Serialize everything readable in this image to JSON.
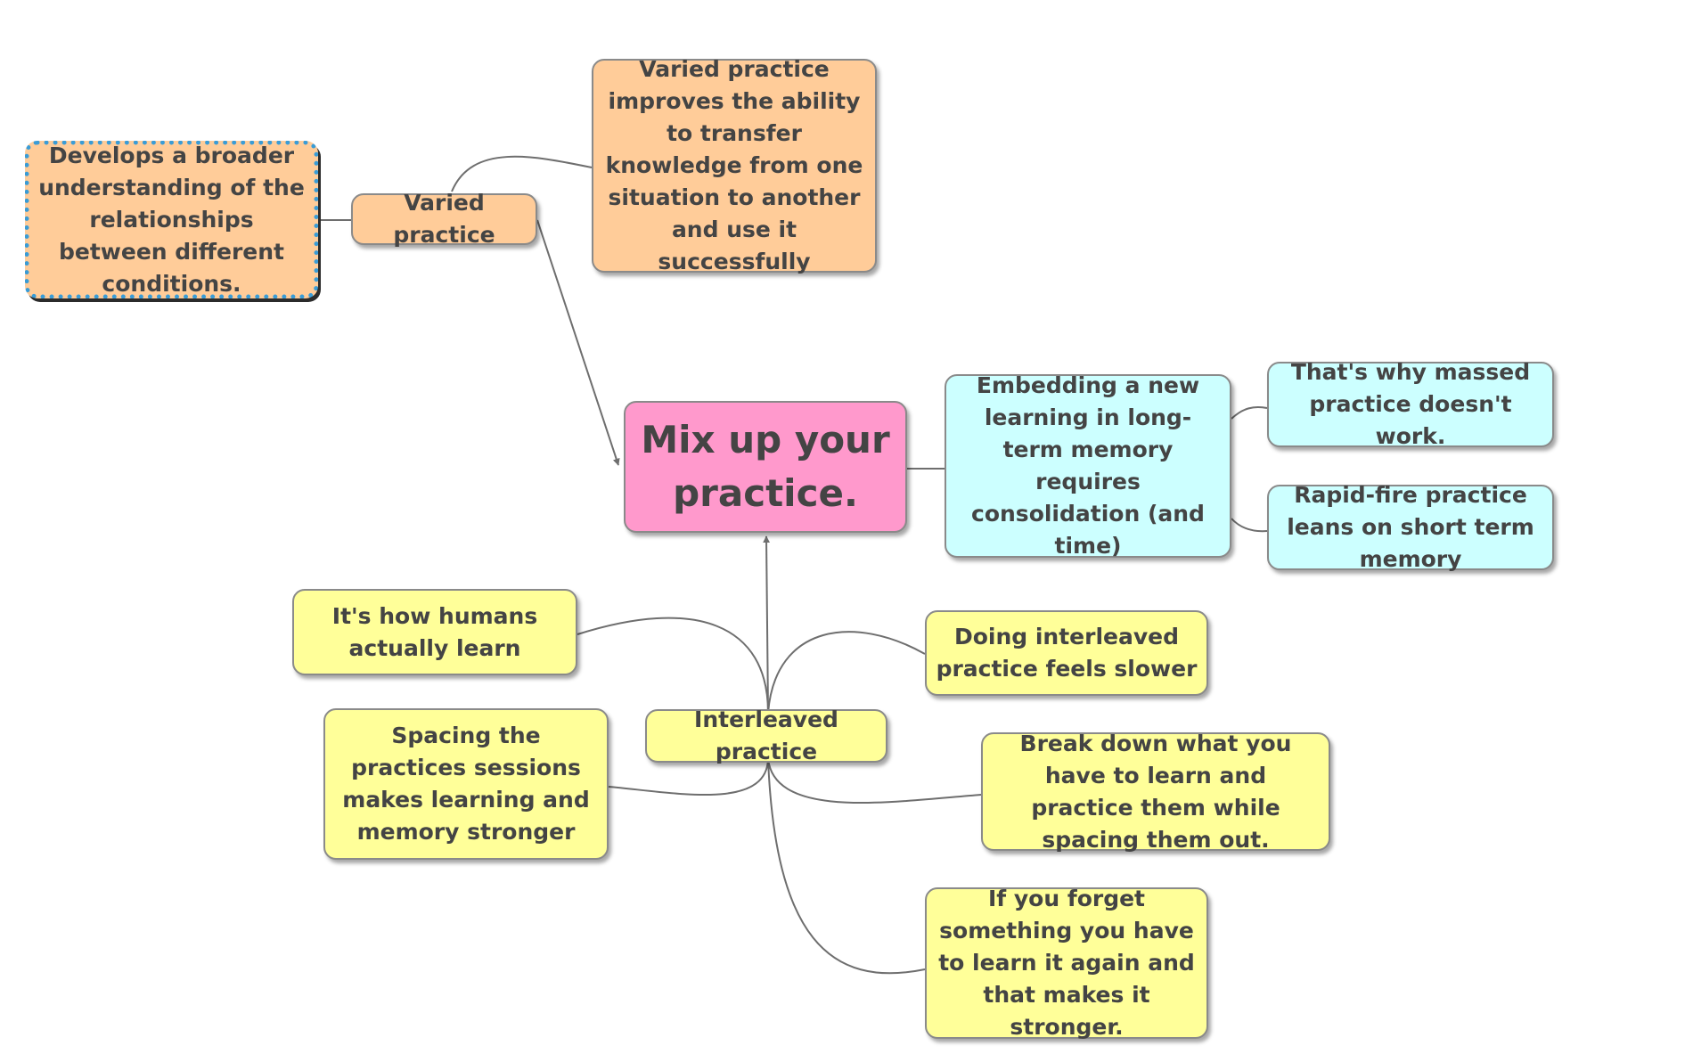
{
  "colors": {
    "central": "#ff99cc",
    "varied": "#ffcc99",
    "embedding": "#ccffff",
    "interleaved": "#ffff99",
    "line": "#6e6e6e",
    "text": "#444444",
    "selection": "#3a9cd6"
  },
  "central": {
    "text": "Mix up your practice."
  },
  "varied": {
    "text": "Varied practice",
    "children": {
      "broader": "Develops a broader understanding of the relationships between different conditions.",
      "transfer": "Varied practice improves the ability to transfer knowledge from one situation to another and use it successfully"
    }
  },
  "embedding": {
    "text": "Embedding a new learning in long-term memory requires consolidation (and time)",
    "children": {
      "massed": "That's why massed practice doesn't work.",
      "rapid": "Rapid-fire practice leans on short term memory"
    }
  },
  "interleaved": {
    "text": "Interleaved practice",
    "children": {
      "humans": "It's how humans actually learn",
      "spacing": "Spacing the practices sessions makes learning and memory stronger",
      "slower": "Doing interleaved practice feels slower",
      "breakdown": "Break down what you have to learn and  practice them while spacing them out.",
      "forget": "If you forget something you have to learn it again and that makes it stronger."
    }
  }
}
